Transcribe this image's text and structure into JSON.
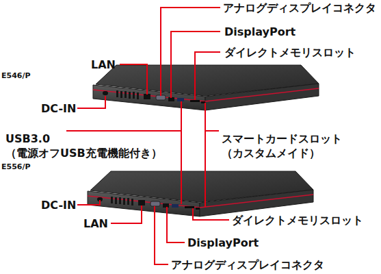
{
  "diagram": {
    "labels": [
      "アナログディスプレイコネクタ",
      "DisplayPort",
      "ダイレクトメモリスロット",
      "LAN",
      "E546/P",
      "DC-IN",
      "USB3.0 （電源オフUSB充電機能付き）",
      "スマートカードスロット （カスタムメイド）",
      "E556/P",
      "DC-IN",
      "LAN",
      "ダイレクトメモリスロット",
      "DisplayPort",
      "アナログディスプレイコネクタ"
    ]
  }
}
